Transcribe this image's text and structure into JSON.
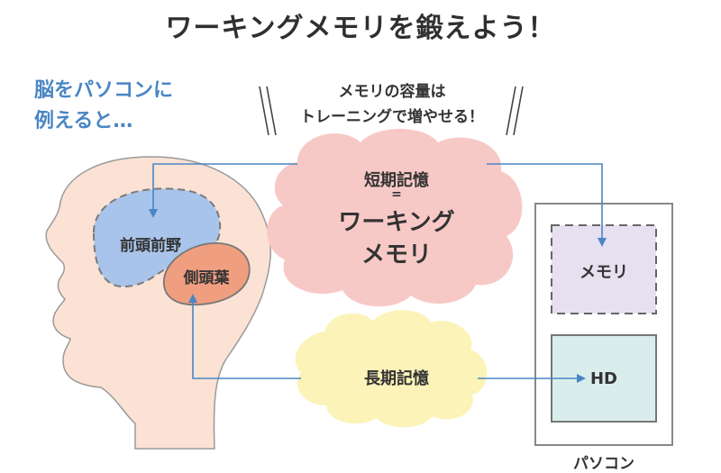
{
  "title": "ワーキングメモリを鍛えよう！",
  "intro": {
    "line1": "脳をパソコンに",
    "line2": "例えると…"
  },
  "callout": {
    "line1": "メモリの容量は",
    "line2": "トレーニングで増やせる！"
  },
  "clouds": {
    "short_term": {
      "line1": "短期記憶",
      "equals": "=",
      "line2": "ワーキング",
      "line3": "メモリ"
    },
    "long_term": "長期記憶"
  },
  "brain": {
    "frontal": "前頭前野",
    "temporal": "側頭葉"
  },
  "pc": {
    "memory": "メモリ",
    "hd": "HD",
    "label": "パソコン"
  },
  "colors": {
    "accent_blue": "#4a86c4",
    "frontal_fill": "#a9c4ea",
    "temporal_fill": "#ef9e7f",
    "short_cloud_fill": "#f7c9c6",
    "long_cloud_fill": "#fbf3b8",
    "memory_fill": "#e6e0f0",
    "hd_fill": "#d9eeec",
    "skin": "#fbe2d4"
  }
}
